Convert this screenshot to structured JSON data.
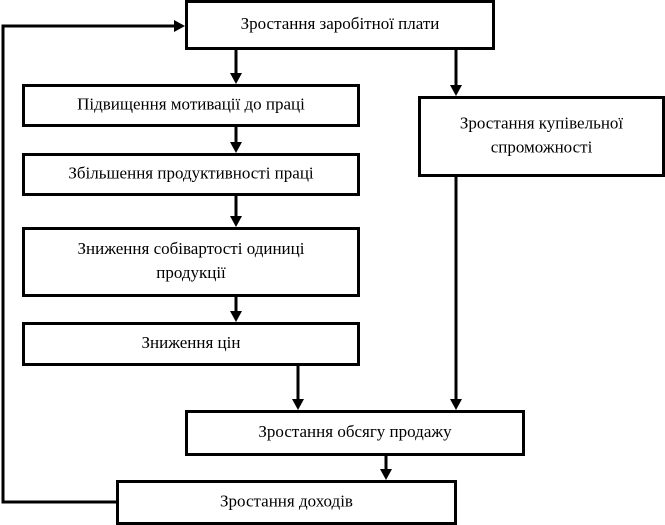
{
  "diagram": {
    "nodes": {
      "wage_growth": {
        "lines": [
          "Зростання заробітної плати"
        ]
      },
      "motivation": {
        "lines": [
          "Підвищення мотивації до праці"
        ]
      },
      "productivity": {
        "lines": [
          "Збільшення продуктивності праці"
        ]
      },
      "unit_cost": {
        "lines": [
          "Зниження собівартості одиниці",
          "продукції"
        ]
      },
      "price_reduction": {
        "lines": [
          "Зниження цін"
        ]
      },
      "purchasing_power": {
        "lines": [
          "Зростання купівельної",
          "спроможності"
        ]
      },
      "sales_volume": {
        "lines": [
          "Зростання обсягу продажу"
        ]
      },
      "income_growth": {
        "lines": [
          "Зростання доходів"
        ]
      }
    },
    "edges": [
      {
        "from": "wage_growth",
        "to": "motivation"
      },
      {
        "from": "wage_growth",
        "to": "purchasing_power"
      },
      {
        "from": "motivation",
        "to": "productivity"
      },
      {
        "from": "productivity",
        "to": "unit_cost"
      },
      {
        "from": "unit_cost",
        "to": "price_reduction"
      },
      {
        "from": "price_reduction",
        "to": "sales_volume"
      },
      {
        "from": "purchasing_power",
        "to": "sales_volume"
      },
      {
        "from": "sales_volume",
        "to": "income_growth"
      },
      {
        "from": "income_growth",
        "to": "wage_growth"
      }
    ]
  }
}
